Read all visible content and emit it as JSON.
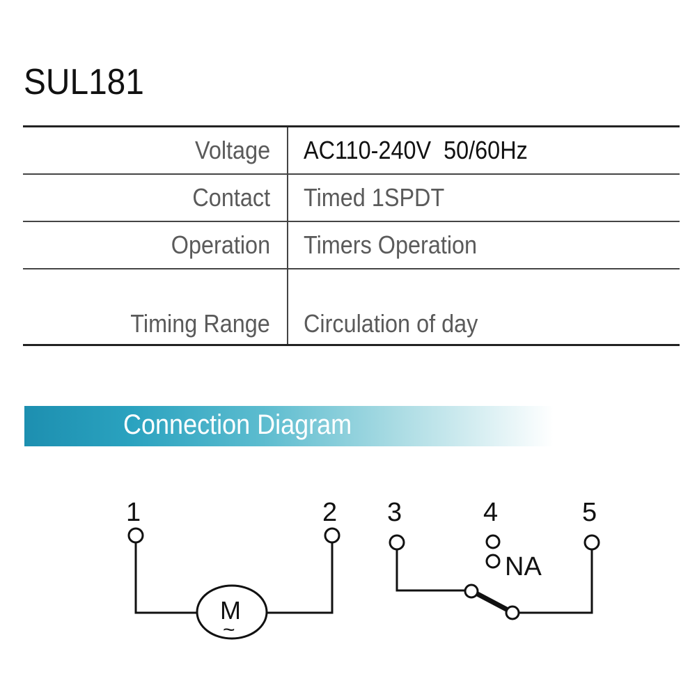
{
  "model": "SUL181",
  "specs": [
    {
      "label": "Voltage",
      "value": "AC110-240V  50/60Hz"
    },
    {
      "label": "Contact",
      "value": "Timed 1SPDT"
    },
    {
      "label": "Operation",
      "value": "Timers Operation"
    },
    {
      "label": "Timing Range",
      "value": "Circulation of day"
    }
  ],
  "section_title": "Connection Diagram",
  "diagram": {
    "terminals": [
      "1",
      "2",
      "3",
      "4",
      "5"
    ],
    "motor_symbol": "M",
    "motor_tilde": "~",
    "na_label": "NA"
  },
  "colors": {
    "banner": "#1d8fb0",
    "line": "#111111"
  }
}
